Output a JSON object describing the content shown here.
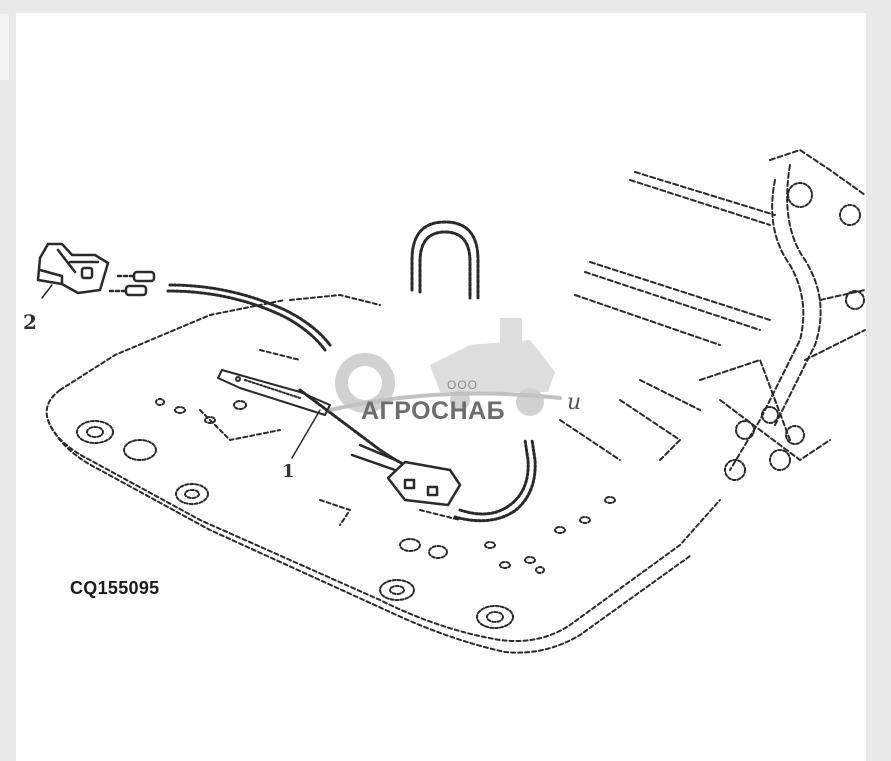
{
  "figure": {
    "code": "CQ155095",
    "callouts": [
      "1",
      "2"
    ],
    "extra_mark": "u"
  },
  "watermark": {
    "small_text": "ООО",
    "brand_text": "АГРОСНАБ",
    "color": "#8a8a8a"
  },
  "colors": {
    "page_background": "#e9e9e9",
    "sheet_background": "#ffffff",
    "line_art": "#2a2a2a"
  }
}
